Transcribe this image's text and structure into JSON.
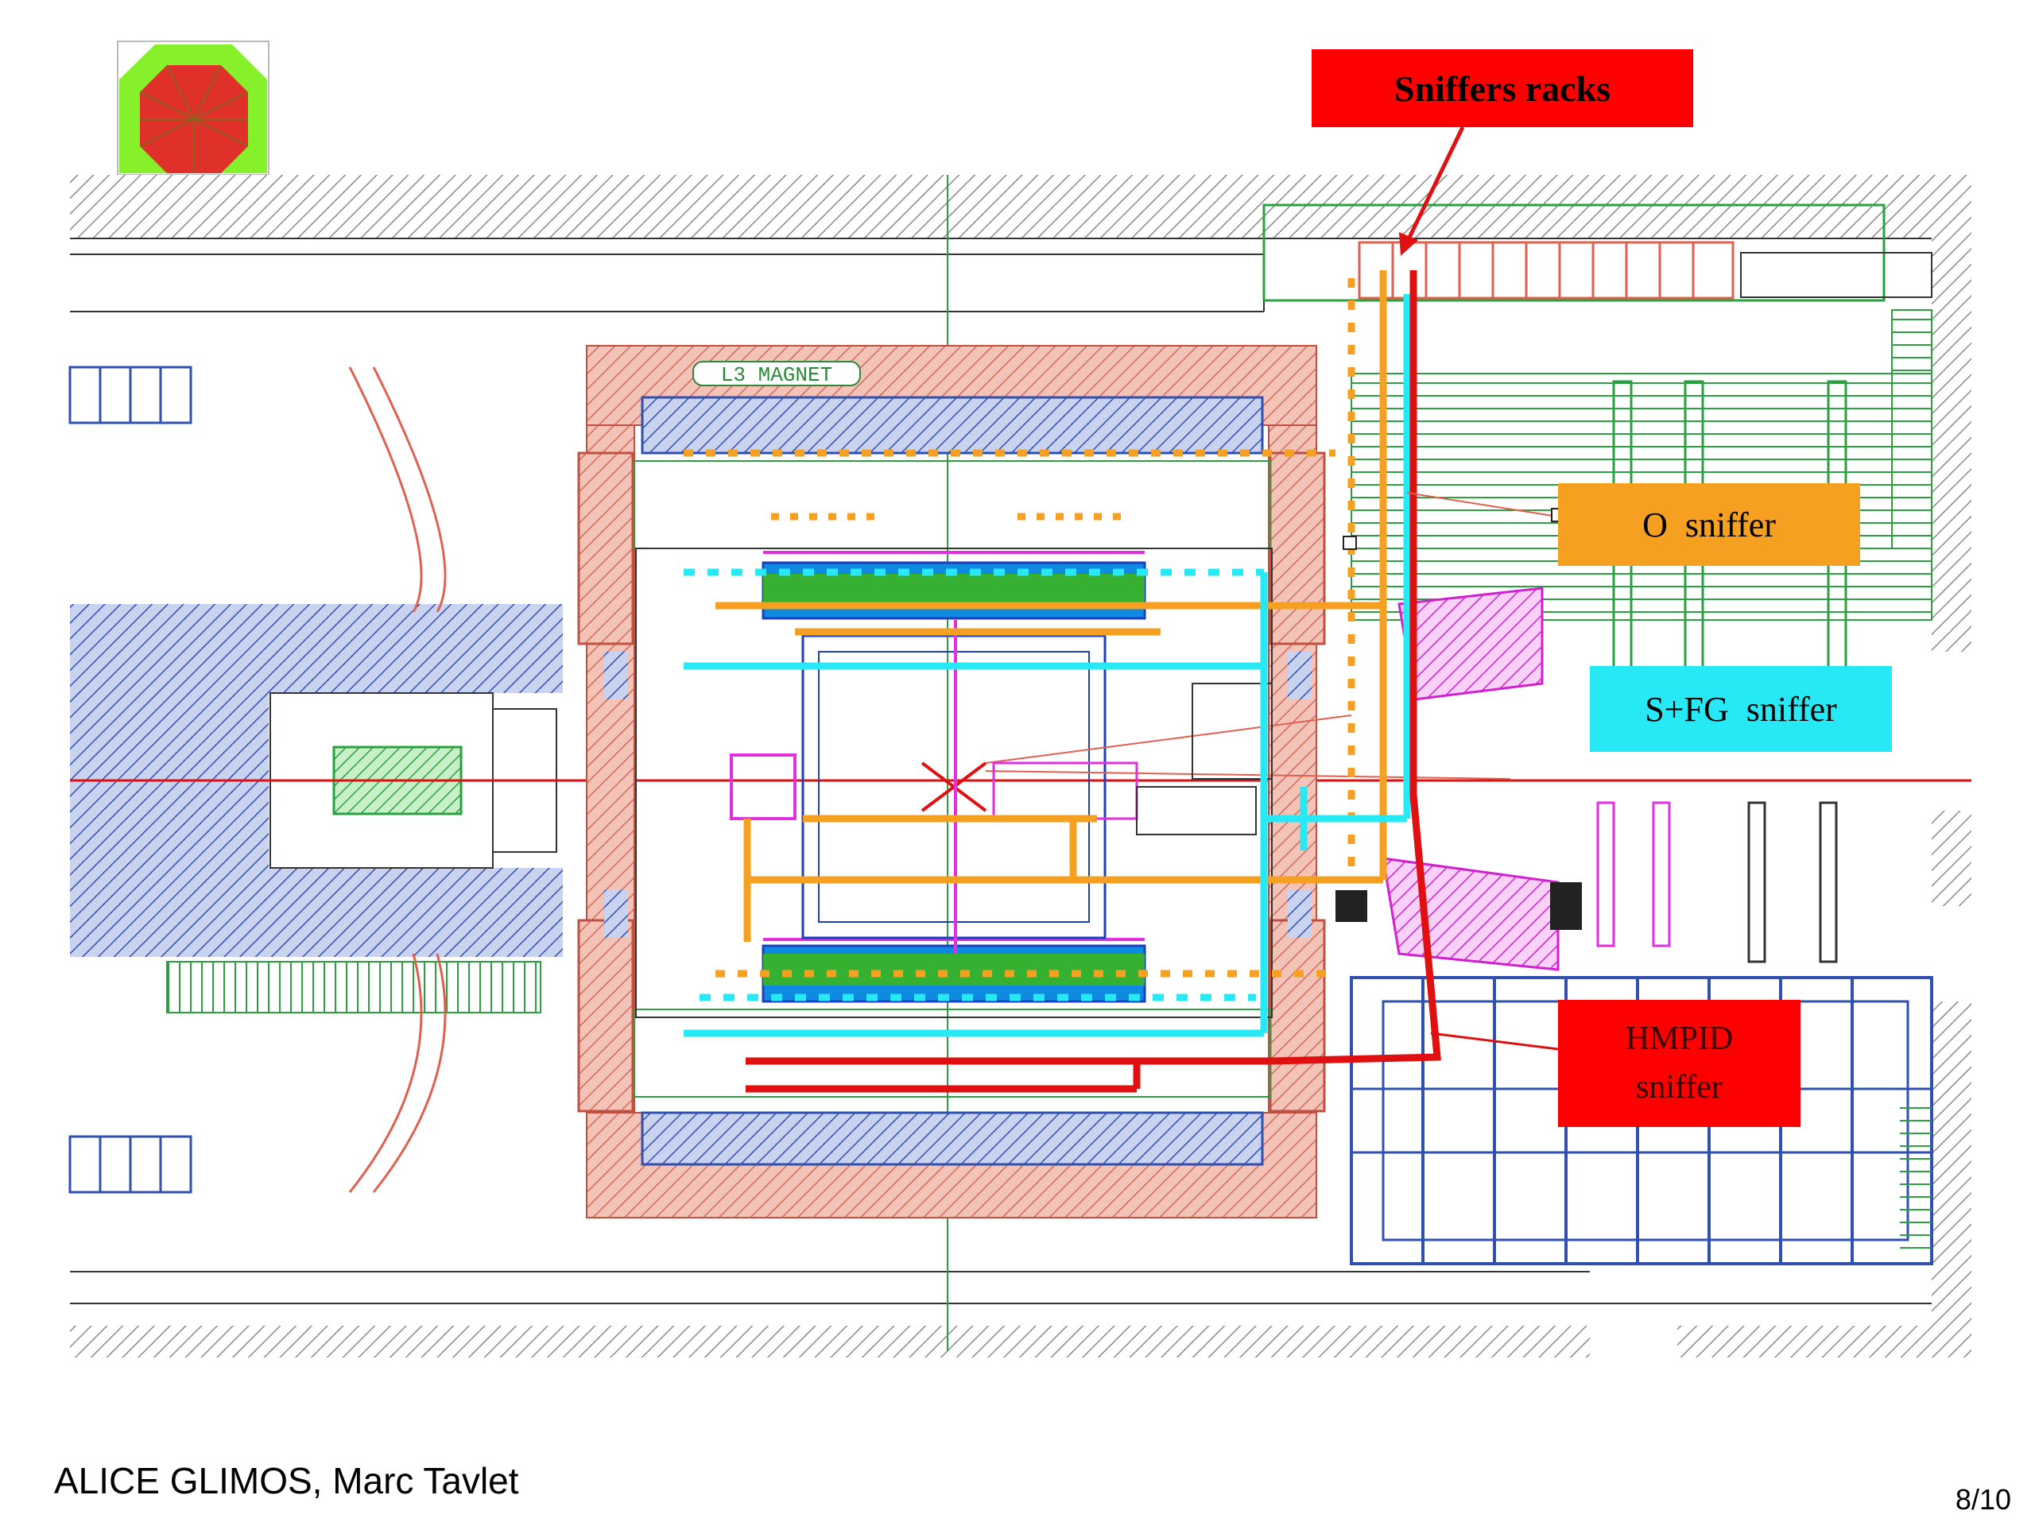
{
  "labels": {
    "sniffers_racks": "Sniffers racks",
    "o_sniffer": "O  sniffer",
    "sfg_sniffer": "S+FG  sniffer",
    "hmpid_line1": "HMPID",
    "hmpid_line2": "sniffer",
    "l3_magnet": "L3 MAGNET"
  },
  "footer": {
    "author": "ALICE GLIMOS, Marc Tavlet",
    "page": "8/10"
  },
  "logo": {
    "icon": "alice-logo-icon"
  },
  "colors": {
    "orange": "#f5a020",
    "cyan": "#27e8f5",
    "red": "#e01010",
    "magnet": "#e8a090",
    "blue": "#3050b0",
    "green": "#2aa040",
    "magenta": "#e030e0",
    "hatch": "#888888"
  }
}
